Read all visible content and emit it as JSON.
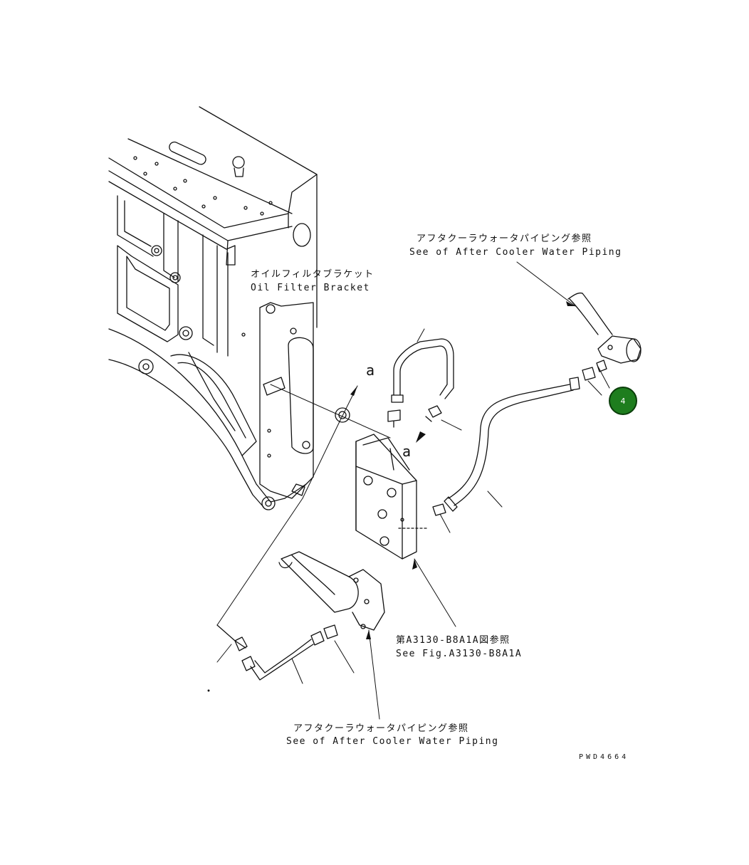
{
  "labels": {
    "oil_filter_bracket_jp": "オイルフィルタブラケット",
    "oil_filter_bracket_en": "Oil Filter Bracket",
    "ref_top_jp": "アフタクーラウォータパイピング参照",
    "ref_top_en": "See of After Cooler Water Piping",
    "ref_fig_jp": "第A3130-B8A1A図参照",
    "ref_fig_en": "See Fig.A3130-B8A1A",
    "ref_bottom_jp": "アフタクーラウォータパイピング参照",
    "ref_bottom_en": "See of After Cooler Water Piping",
    "marker_a_upper": "a",
    "marker_a_lower": "a",
    "drawing_code": "PWD4664"
  },
  "callouts": [
    {
      "number": "4",
      "color": "#1e7d1e"
    }
  ]
}
